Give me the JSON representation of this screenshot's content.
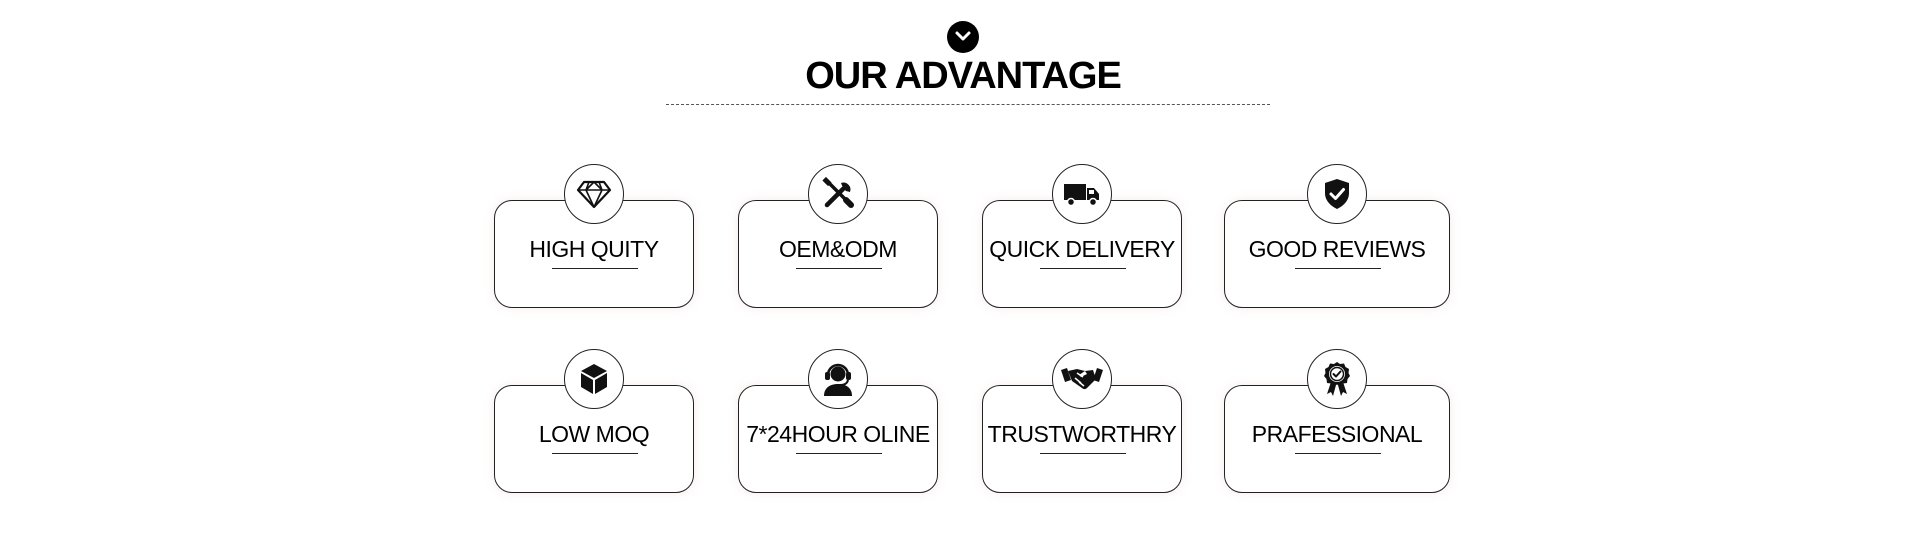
{
  "header": {
    "title": "OUR ADVANTAGE",
    "badge_icon": "chevron-down-icon"
  },
  "advantages": [
    {
      "label": "HIGH QUITY",
      "icon": "diamond-icon"
    },
    {
      "label": "OEM&ODM",
      "icon": "tools-icon"
    },
    {
      "label": "QUICK DELIVERY",
      "icon": "truck-icon"
    },
    {
      "label": "GOOD REVIEWS",
      "icon": "shield-check-icon"
    },
    {
      "label": "LOW MOQ",
      "icon": "box-icon"
    },
    {
      "label": "7*24HOUR OLINE",
      "icon": "headset-icon"
    },
    {
      "label": "TRUSTWORTHRY",
      "icon": "handshake-icon"
    },
    {
      "label": "PRAFESSIONAL",
      "icon": "award-badge-icon"
    }
  ],
  "colors": {
    "text": "#000000",
    "border": "#222222",
    "background": "#ffffff"
  }
}
